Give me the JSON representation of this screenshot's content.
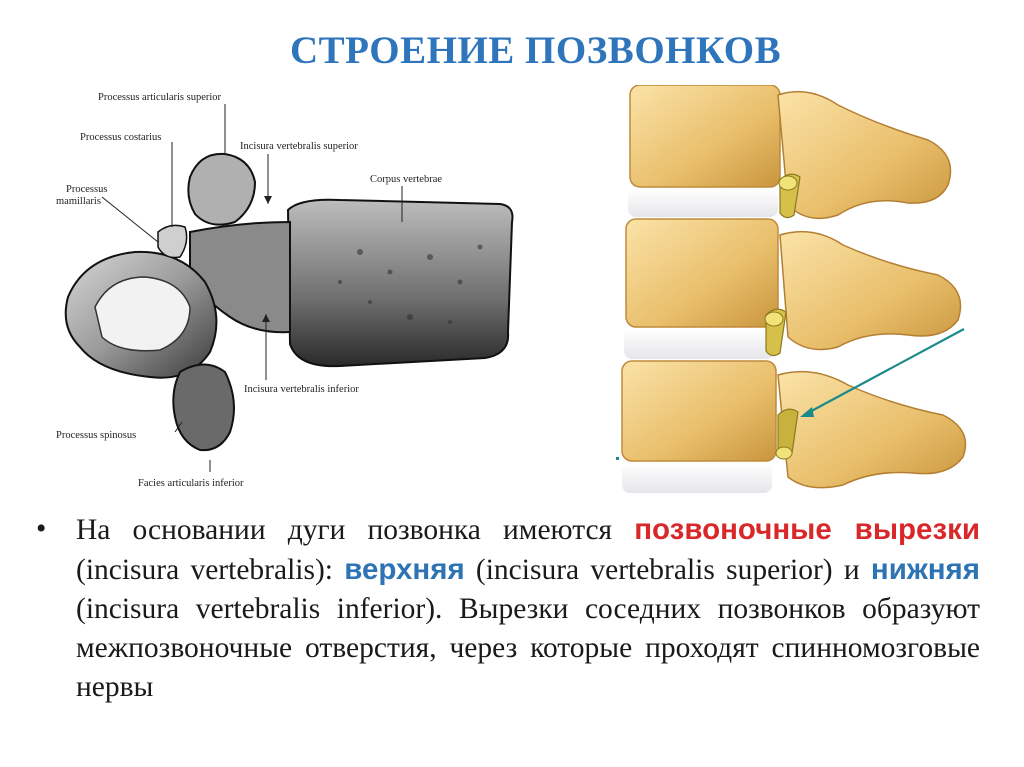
{
  "title": "СТРОЕНИЕ ПОЗВОНКОВ",
  "figure_left": {
    "labels": {
      "proc_art_sup": "Processus articularis superior",
      "proc_costarius": "Processus costarius",
      "incisura_sup": "Incisura vertebralis superior",
      "proc_mam_1": "Processus",
      "proc_mam_2": "mamillaris",
      "corpus": "Corpus vertebrae",
      "incisura_inf": "Incisura vertebralis inferior",
      "proc_spinosus": "Processus spinosus",
      "facies_art_inf": "Facies articularis inferior"
    }
  },
  "body": {
    "bullet": "•",
    "t1": "На основании дуги позвонка имеются ",
    "red1": "позвоночные вырезки",
    "t2": " (incisura vertebralis): ",
    "blue1": "верхняя",
    "t3": " (incisura vertebralis superior) и ",
    "blue2": "нижняя",
    "t4": " (incisura vertebralis inferior). Вырезки соседних позвонков образуют межпозвоночные отверстия, через которые проходят спинномозговые нервы"
  },
  "colors": {
    "title": "#2f75bb",
    "highlight_red": "#d9282a",
    "highlight_blue": "#2e74b5",
    "arrow": "#1b8a8a"
  }
}
